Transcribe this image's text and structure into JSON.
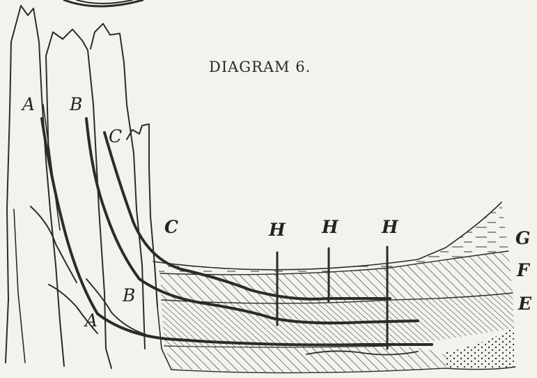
{
  "title": "DIAGRAM 6.",
  "labels": {
    "A_top": "A",
    "B_top": "B",
    "C_top": "C",
    "C_mid": "C",
    "B_low": "B",
    "A_low": "A",
    "H1": "H",
    "H2": "H",
    "H3": "H",
    "G": "G",
    "F": "F",
    "E": "E"
  }
}
